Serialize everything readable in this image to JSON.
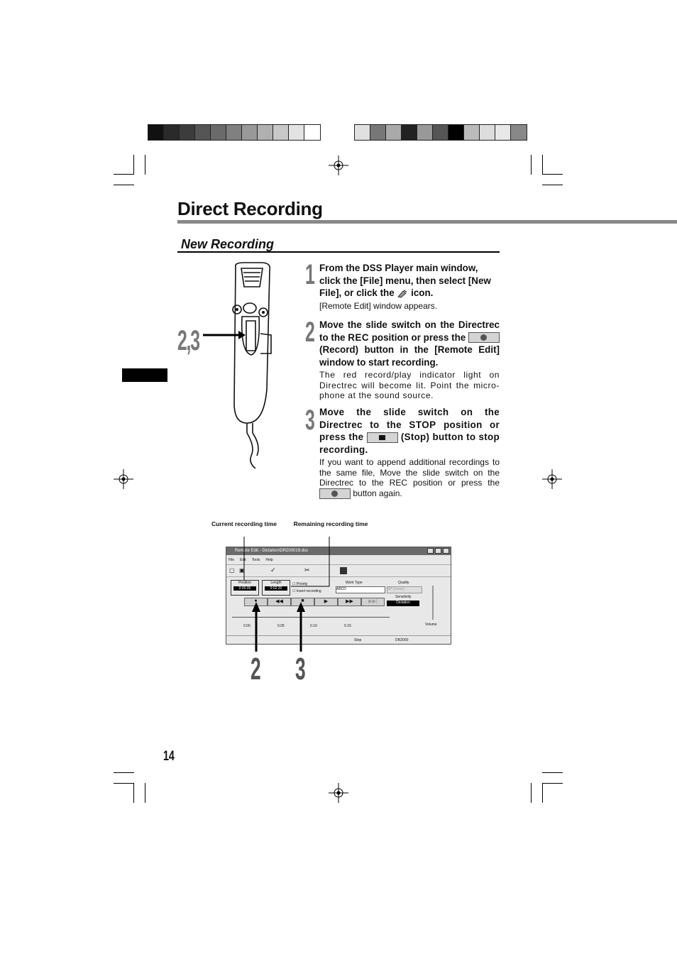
{
  "page": {
    "title": "Direct Recording",
    "subtitle": "New Recording",
    "page_number": "14"
  },
  "figure": {
    "callout": "2,3"
  },
  "steps": [
    {
      "number": "1",
      "text": "From the DSS Player main window, click the [File] menu, then select [New File], or click the",
      "text_end": "icon.",
      "note": "[Remote Edit] window appears."
    },
    {
      "number": "2",
      "text_a": "Move the slide switch on the Directrec to the",
      "rec": "REC",
      "text_b": "position or press the",
      "text_c": "(Record) button in the [Remote Edit] window to start recording.",
      "note": "The red record/play indicator light on Directrec will become lit. Point the micro-phone at the sound source."
    },
    {
      "number": "3",
      "text_a": "Move the slide switch on the Directrec to the",
      "stop": "STOP",
      "text_b": "position or press the",
      "text_c": "(Stop) button to stop recording.",
      "note_a": "If you want to append additional recordings to the same file, Move the slide switch on the Directrec to the REC position or press the",
      "note_b": "button again."
    }
  ],
  "screenshot": {
    "label_current": "Current recording time",
    "label_remaining": "Remaining recording time",
    "window_title": "Remote Edit - Dictation\\DR200019.dss",
    "menu": [
      "File",
      "Edit",
      "Tools",
      "Help"
    ],
    "position_label": "Position",
    "position_value": "0:00.05",
    "length_label": "Length",
    "length_value": "0:02.20",
    "priority": "Priority",
    "insert_recording": "Insert recording",
    "work_type_label": "Work Type",
    "work_type_value": "ABCD",
    "quality_label": "Quality",
    "quality_value": "SP (mono)",
    "sensitivity_label": "Sensitivity",
    "sensitivity_value": "Dictation",
    "volume": "Volume",
    "timeline": [
      "0.00",
      "0.05",
      "0.10",
      "0.15"
    ],
    "status_stop": "Stop",
    "status_device": "DR2000",
    "arrow_2": "2",
    "arrow_3": "3"
  }
}
